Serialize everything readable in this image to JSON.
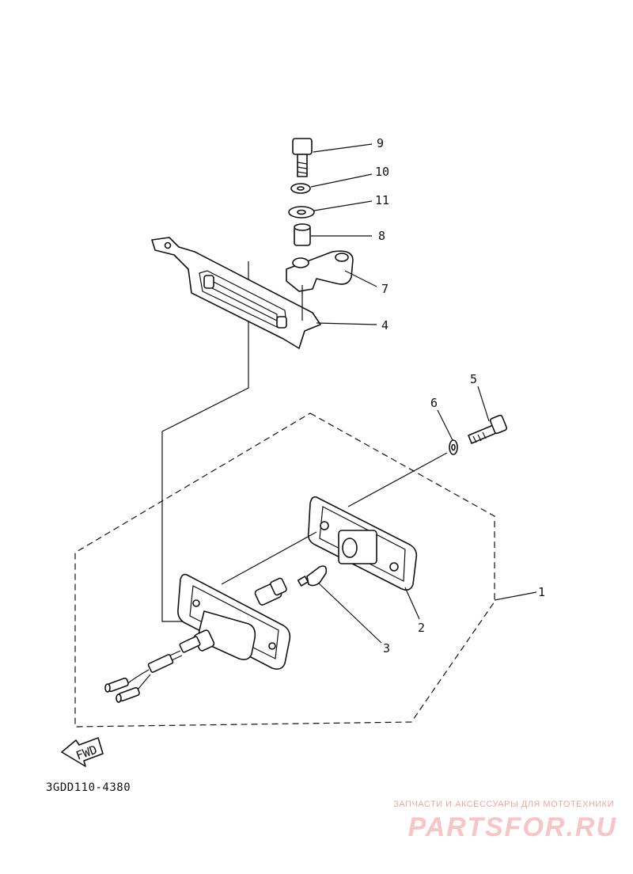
{
  "callouts": {
    "c1": "1",
    "c2": "2",
    "c3": "3",
    "c4": "4",
    "c5": "5",
    "c6": "6",
    "c7": "7",
    "c8": "8",
    "c9": "9",
    "c10": "10",
    "c11": "11"
  },
  "fwd_label": "FWD",
  "diagram_code": "3GDD110-4380",
  "watermark": {
    "tagline": "ЗАПЧАСТИ И АКСЕССУАРЫ ДЛЯ МОТОТЕХНИКИ",
    "logo": "PARTSFOR.RU"
  },
  "colors": {
    "ink": "#111111",
    "watermark": "#f2a5a5"
  }
}
